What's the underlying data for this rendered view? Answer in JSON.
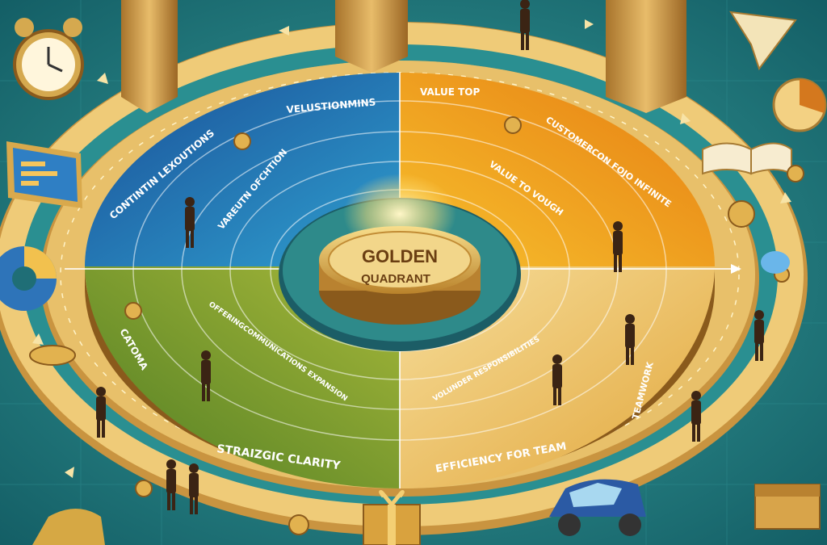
{
  "center": {
    "line1": "GOLDEN",
    "line2": "QUADRANT"
  },
  "quadrants": {
    "top_left": {
      "outer": "CONTINTIN LEXOUTIONS",
      "mid": "VELUSTIONMINS",
      "inner": "VAREUTN OFCHTION"
    },
    "top_right": {
      "outer": "VALUE TOP",
      "mid": "CUSTOMERCON FOJO INFINITE",
      "inner": "VALUE TO VOUGH"
    },
    "bottom_left": {
      "outer": "CATOMA",
      "mid": "OFFERINGCOMMUNICATIONS EXPANSION",
      "inner": "STRAIZGIC CLARITY"
    },
    "bottom_right": {
      "outer": "TEAMWORK",
      "mid": "VOLUNDER RESPONSIBILITIES",
      "inner": "EFFICIENCY FOR TEAM"
    }
  },
  "colors": {
    "background": "#1f7a80",
    "ring": "#e7bd63",
    "blue": "#1f66a8",
    "orange": "#f39a1f",
    "green": "#6f9a2c",
    "cream": "#f0c86a",
    "center_gold": "#d8a43a"
  },
  "decor": [
    "alarm-clock-icon",
    "monitor-chart-icon",
    "paper-plane-icon",
    "pie-chart-icon",
    "book-icon",
    "coin-icon",
    "car-icon",
    "gift-box-icon",
    "briefcase-chest-icon",
    "building-icon",
    "person-icon"
  ]
}
